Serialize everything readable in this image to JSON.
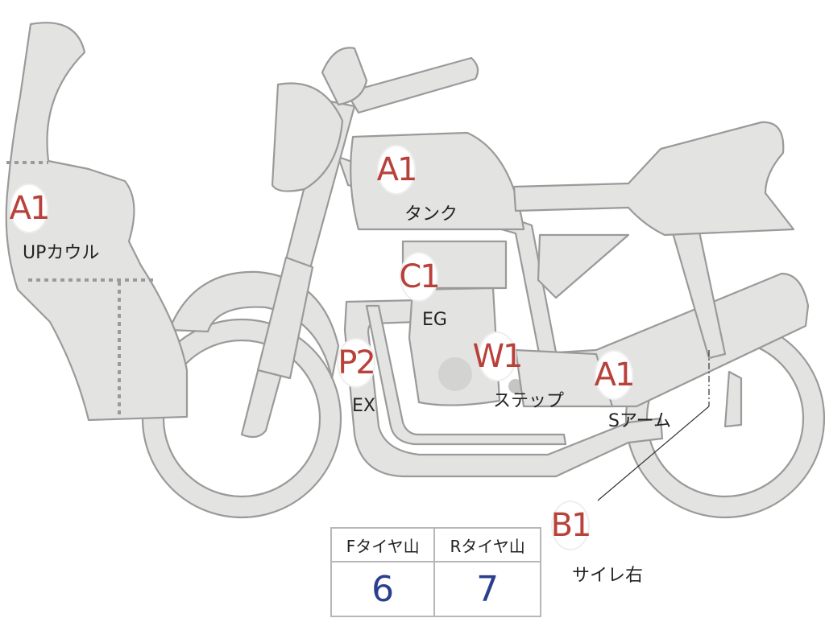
{
  "callouts": [
    {
      "code": "A1",
      "label": "UPカウル"
    },
    {
      "code": "A1",
      "label": "タンク"
    },
    {
      "code": "C1",
      "label": "EG"
    },
    {
      "code": "P2",
      "label": "EX"
    },
    {
      "code": "W1",
      "label": "ステップ"
    },
    {
      "code": "A1",
      "label": "Sアーム"
    },
    {
      "code": "B1",
      "label": "サイレ右"
    }
  ],
  "tire_table": {
    "front_header": "Fタイヤ山",
    "rear_header": "Rタイヤ山",
    "front_value": "6",
    "rear_value": "7",
    "value_color": "#2b3f8f"
  },
  "colors": {
    "part_fill": "#e3e3e1",
    "part_outline": "#9a9a9a",
    "code_text": "#b8413a"
  }
}
